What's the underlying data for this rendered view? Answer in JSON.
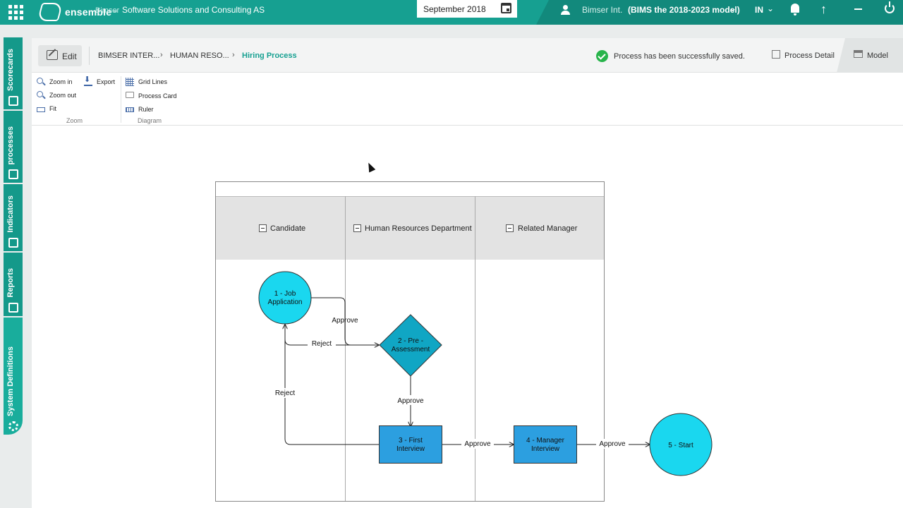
{
  "topbar": {
    "logo_text": "ensemble",
    "logo_tm": "™",
    "company_brand": "Bimser",
    "company_name": "Software Solutions and Consulting AS",
    "date": "September 2018",
    "user_org": "Bimser Int.",
    "model": "(BIMS the 2018-2023 model)",
    "language": "IN",
    "accent_color": "#16a091"
  },
  "rail": {
    "items": [
      {
        "label": "Scorecards",
        "icon": "scorecard-icon"
      },
      {
        "label": "processes",
        "icon": "process-icon"
      },
      {
        "label": "Indicators",
        "icon": "indicator-icon"
      },
      {
        "label": "Reports",
        "icon": "report-icon"
      },
      {
        "label": "System Definitions",
        "icon": "gear-icon"
      }
    ]
  },
  "toolbar": {
    "edit_label": "Edit",
    "breadcrumb": [
      "BIMSER INTER...",
      "HUMAN RESO...",
      "Hiring Process"
    ],
    "save_status": "Process has been successfully saved.",
    "tabs": [
      "Process Detail",
      "Model"
    ]
  },
  "ribbon": {
    "zoom_in": "Zoom in",
    "zoom_out": "Zoom out",
    "fit": "Fit",
    "export": "Export",
    "grid_lines": "Grid Lines",
    "process_card": "Process Card",
    "ruler": "Ruler",
    "group_zoom": "Zoom",
    "group_diagram": "Diagram"
  },
  "diagram": {
    "lanes": [
      "Candidate",
      "Human Resources Department",
      "Related Manager"
    ],
    "nodes": [
      {
        "id": "n1",
        "line1": "1 - Job",
        "line2": "Application",
        "shape": "circle"
      },
      {
        "id": "n2",
        "line1": "2 - Pre -",
        "line2": "Assessment",
        "shape": "diamond"
      },
      {
        "id": "n3",
        "line1": "3 - First",
        "line2": "Interview",
        "shape": "rect"
      },
      {
        "id": "n4",
        "line1": "4 - Manager",
        "line2": "Interview",
        "shape": "rect"
      },
      {
        "id": "n5",
        "line1": "5 - Start",
        "line2": "",
        "shape": "circle"
      }
    ],
    "edges": [
      {
        "from": "n1",
        "to": "n2",
        "label": "Approve"
      },
      {
        "from": "n2",
        "to": "n1",
        "label": "Reject"
      },
      {
        "from": "n2",
        "to": "n3",
        "label": "Approve"
      },
      {
        "from": "n3",
        "to": "n1",
        "label": "Reject"
      },
      {
        "from": "n3",
        "to": "n4",
        "label": "Approve"
      },
      {
        "from": "n4",
        "to": "n5",
        "label": "Approve"
      }
    ],
    "colors": {
      "event": "#1ad7ef",
      "gateway": "#10a6c4",
      "task": "#2c9fe0",
      "lane_header": "#e3e3e3"
    }
  }
}
